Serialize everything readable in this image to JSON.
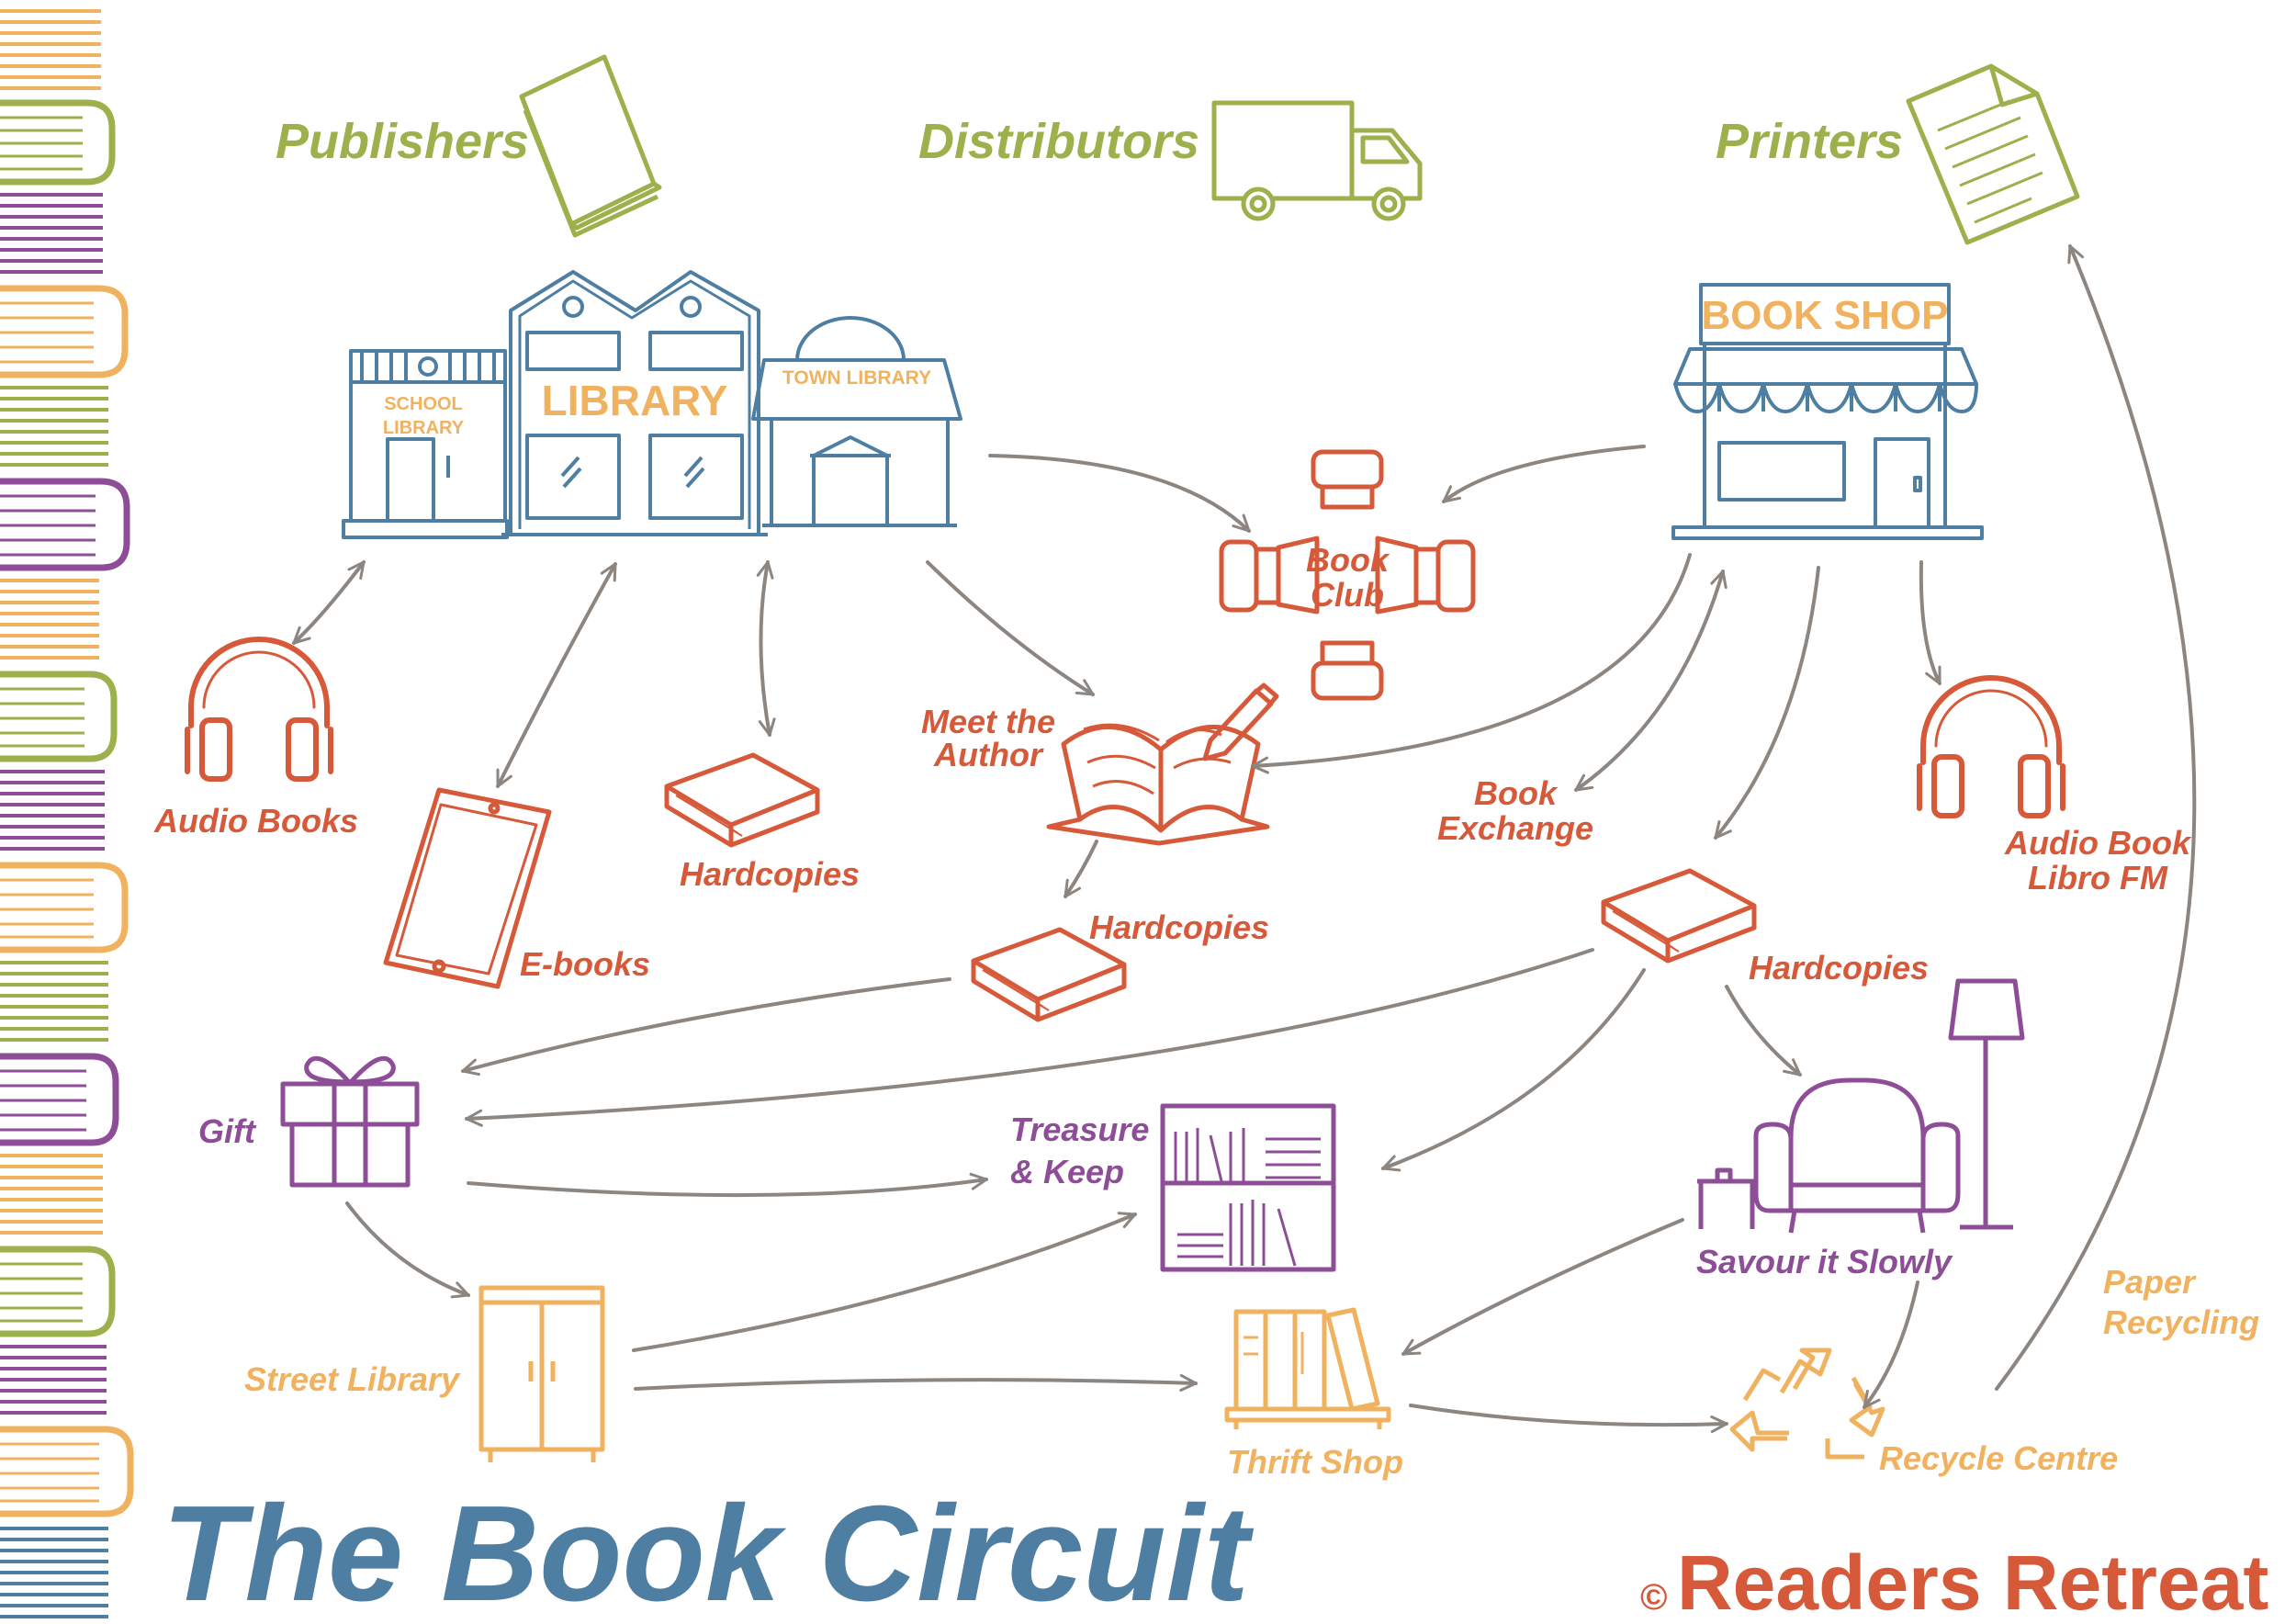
{
  "title": "The Book Circuit",
  "copyright_symbol": "©",
  "brand": "Readers Retreat",
  "colors": {
    "green": "#9cb04b",
    "blue": "#4f7ea3",
    "red": "#d6593a",
    "purple": "#8e4d97",
    "orange": "#f0b25f",
    "arrow": "#8d8580"
  },
  "nodes": {
    "publishers": "Publishers",
    "distributors": "Distributors",
    "printers": "Printers",
    "school_library_line1": "SCHOOL",
    "school_library_line2": "LIBRARY",
    "library": "LIBRARY",
    "town_library": "TOWN LIBRARY",
    "book_shop": "BOOK SHOP",
    "book_club_line1": "Book",
    "book_club_line2": "Club",
    "audio_books": "Audio Books",
    "ebooks": "E-books",
    "hardcopies_library": "Hardcopies",
    "meet_author_line1": "Meet the",
    "meet_author_line2": "Author",
    "book_exchange_line1": "Book",
    "book_exchange_line2": "Exchange",
    "audio_book_line1": "Audio Book",
    "audio_book_line2": "Libro FM",
    "hardcopies_author": "Hardcopies",
    "hardcopies_shop": "Hardcopies",
    "gift": "Gift",
    "treasure_line1": "Treasure",
    "treasure_line2": "& Keep",
    "savour": "Savour it Slowly",
    "street_library": "Street Library",
    "thrift_shop": "Thrift Shop",
    "recycle_centre": "Recycle Centre",
    "paper_recycling_line1": "Paper",
    "paper_recycling_line2": "Recycling"
  }
}
